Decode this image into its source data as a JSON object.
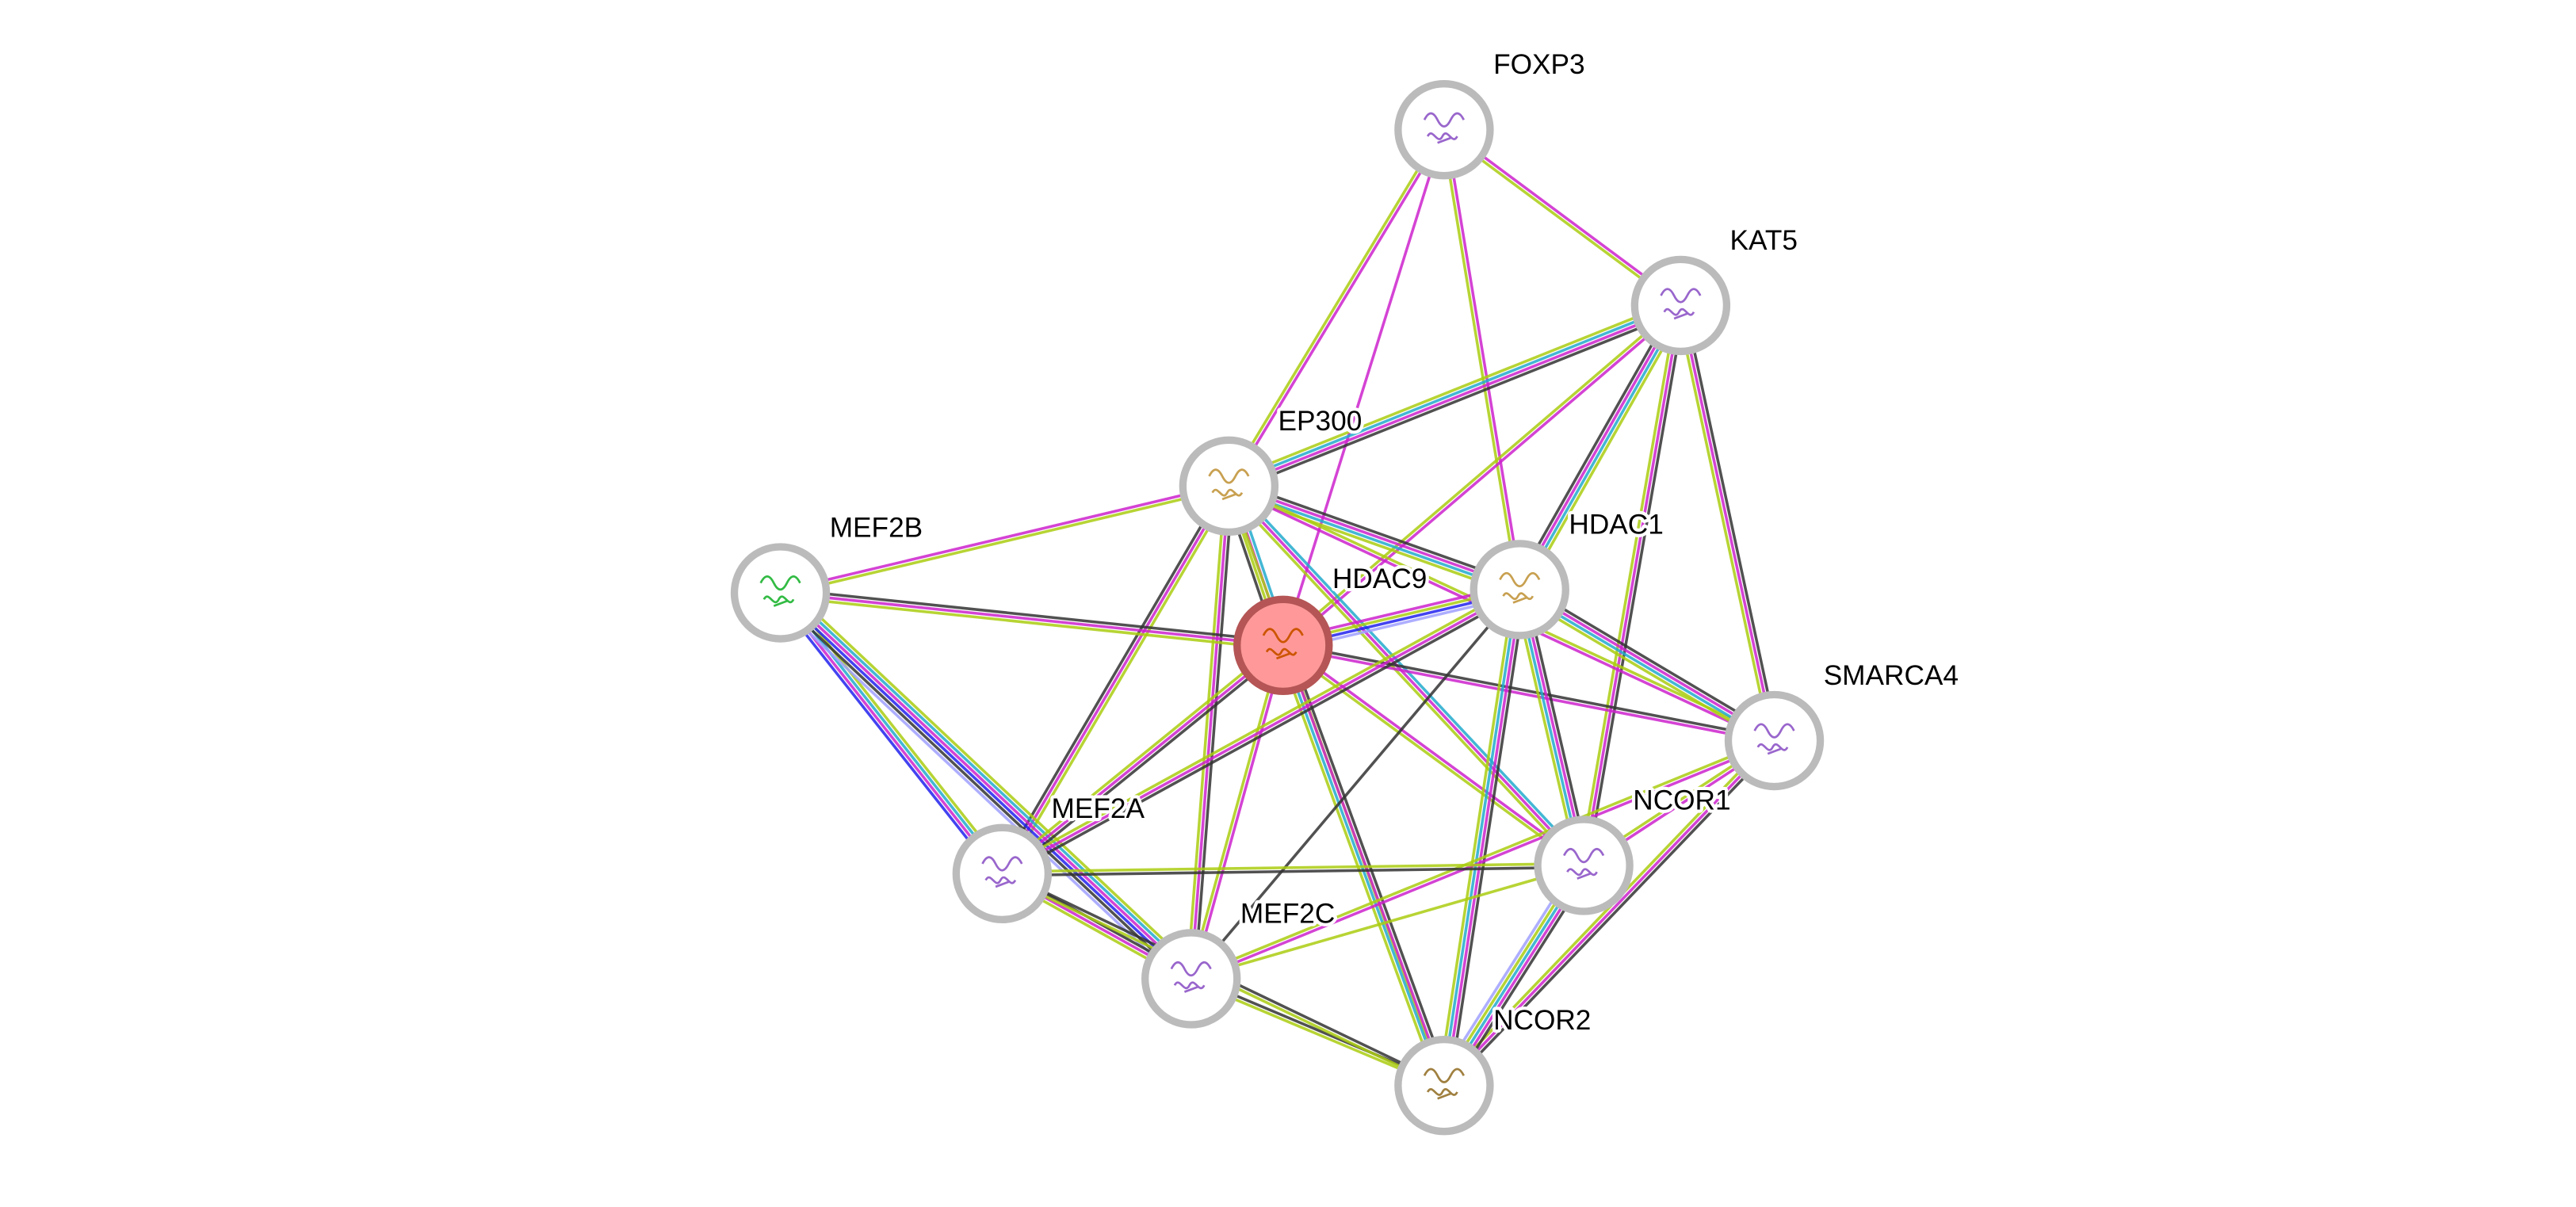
{
  "evidence_colors": {
    "k": "#333333",
    "m": "#cc22cc",
    "g": "#aacc11",
    "c": "#22aacc",
    "b": "#2222ee",
    "l": "#a0a0ff"
  },
  "query_node_color": "#ff9999",
  "query_node_border": "#b55555",
  "nodes": [
    {
      "id": "FOXP3",
      "label": "FOXP3",
      "structure_color": "#9966cc"
    },
    {
      "id": "KAT5",
      "label": "KAT5",
      "structure_color": "#9966cc"
    },
    {
      "id": "EP300",
      "label": "EP300",
      "structure_color": "#c8a050"
    },
    {
      "id": "HDAC1",
      "label": "HDAC1",
      "structure_color": "#c8a050"
    },
    {
      "id": "MEF2B",
      "label": "MEF2B",
      "structure_color": "#33bb44"
    },
    {
      "id": "HDAC9",
      "label": "HDAC9",
      "structure_color": "#cc5500",
      "query": true
    },
    {
      "id": "SMARCA4",
      "label": "SMARCA4",
      "structure_color": "#9966cc"
    },
    {
      "id": "NCOR1",
      "label": "NCOR1",
      "structure_color": "#9966cc"
    },
    {
      "id": "MEF2A",
      "label": "MEF2A",
      "structure_color": "#9966cc"
    },
    {
      "id": "MEF2C",
      "label": "MEF2C",
      "structure_color": "#9966cc"
    },
    {
      "id": "NCOR2",
      "label": "NCOR2",
      "structure_color": "#a08040"
    }
  ],
  "edges": [
    [
      "FOXP3",
      "EP300",
      "mg"
    ],
    [
      "FOXP3",
      "HDAC9",
      "m"
    ],
    [
      "FOXP3",
      "HDAC1",
      "mg"
    ],
    [
      "FOXP3",
      "KAT5",
      "mg"
    ],
    [
      "KAT5",
      "EP300",
      "kmcg"
    ],
    [
      "KAT5",
      "HDAC9",
      "mg"
    ],
    [
      "KAT5",
      "HDAC1",
      "gcmk"
    ],
    [
      "KAT5",
      "NCOR1",
      "kmg"
    ],
    [
      "KAT5",
      "SMARCA4",
      "kmg"
    ],
    [
      "EP300",
      "MEF2B",
      "gm"
    ],
    [
      "EP300",
      "HDAC9",
      "cmgk"
    ],
    [
      "EP300",
      "HDAC1",
      "kmcg"
    ],
    [
      "EP300",
      "MEF2A",
      "gmk"
    ],
    [
      "EP300",
      "MEF2C",
      "kmg"
    ],
    [
      "EP300",
      "NCOR1",
      "cmg"
    ],
    [
      "EP300",
      "SMARCA4",
      "gm"
    ],
    [
      "EP300",
      "NCOR2",
      "g"
    ],
    [
      "MEF2B",
      "HDAC9",
      "kmg"
    ],
    [
      "MEF2B",
      "MEF2A",
      "gcmb"
    ],
    [
      "MEF2B",
      "MEF2C",
      "gcmbkl"
    ],
    [
      "HDAC9",
      "HDAC1",
      "mgbl"
    ],
    [
      "HDAC9",
      "MEF2A",
      "kmg"
    ],
    [
      "HDAC9",
      "MEF2C",
      "mg"
    ],
    [
      "HDAC9",
      "NCOR2",
      "kmcg"
    ],
    [
      "HDAC9",
      "NCOR1",
      "mg"
    ],
    [
      "HDAC9",
      "SMARCA4",
      "km"
    ],
    [
      "HDAC1",
      "MEF2A",
      "kmg"
    ],
    [
      "HDAC1",
      "MEF2C",
      "k"
    ],
    [
      "HDAC1",
      "SMARCA4",
      "kmcg"
    ],
    [
      "HDAC1",
      "NCOR1",
      "kmcg"
    ],
    [
      "HDAC1",
      "NCOR2",
      "kmcg"
    ],
    [
      "SMARCA4",
      "NCOR1",
      "mg"
    ],
    [
      "SMARCA4",
      "NCOR2",
      "kmg"
    ],
    [
      "SMARCA4",
      "MEF2C",
      "mg"
    ],
    [
      "NCOR1",
      "NCOR2",
      "kmcgl"
    ],
    [
      "NCOR1",
      "MEF2A",
      "kg"
    ],
    [
      "NCOR1",
      "MEF2C",
      "g"
    ],
    [
      "MEF2A",
      "MEF2C",
      "kmg"
    ],
    [
      "MEF2C",
      "NCOR2",
      "kg"
    ],
    [
      "MEF2A",
      "NCOR2",
      "kg"
    ]
  ]
}
